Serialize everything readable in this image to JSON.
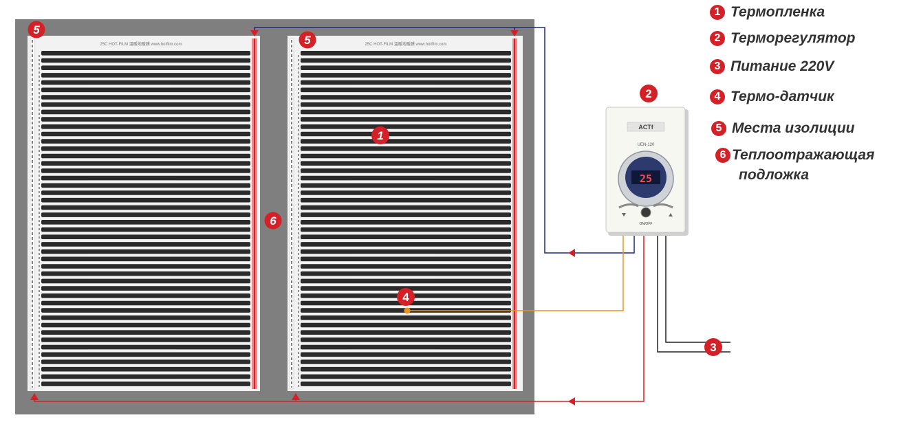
{
  "legend": [
    {
      "num": "1",
      "text": "Термопленка"
    },
    {
      "num": "2",
      "text": "Терморегулятор"
    },
    {
      "num": "3",
      "text": "Питание 220V"
    },
    {
      "num": "4",
      "text": "Термо-датчик"
    },
    {
      "num": "5",
      "text": "Места изолиции"
    },
    {
      "num": "6",
      "text": "Теплоотражающая",
      "text2": "подложка"
    }
  ],
  "markers": {
    "m5_left": "5",
    "m5_right": "5",
    "m6": "6",
    "m1": "1",
    "m2": "2",
    "m4": "4",
    "m3": "3"
  },
  "film": {
    "header_text": "25C  HOT-FILM   溫暖地暖膜   www.hotfilm.com"
  },
  "thermostat": {
    "brand": "ACTf",
    "model": "UEN-120",
    "display": "25",
    "knob_label": "ON/OFF"
  },
  "colors": {
    "marker_red": "#d42027",
    "background_gray": "#7f7f7f",
    "stripe_dark": "#2b2b2b",
    "wire_blue": "#1f2a7a",
    "wire_red": "#d42027",
    "wire_orange": "#e8941e",
    "wire_black": "#222222"
  }
}
